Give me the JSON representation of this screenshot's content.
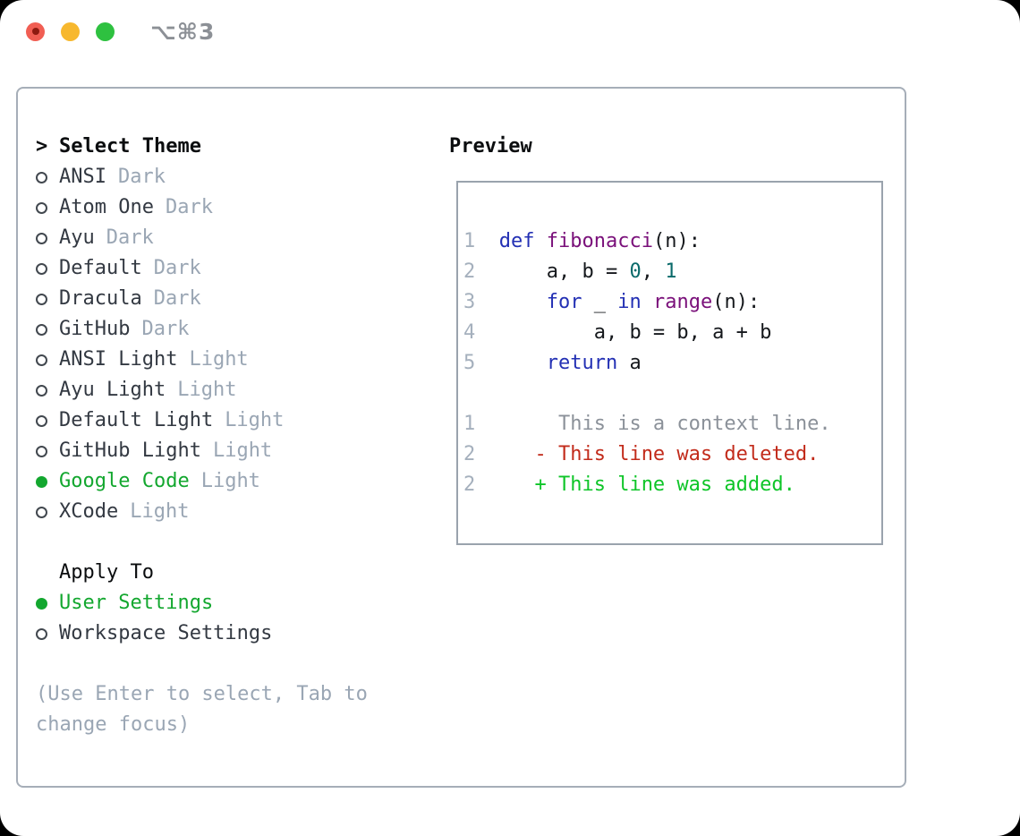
{
  "window": {
    "title": "⌥⌘3",
    "traffic_lights": [
      "close",
      "minimize",
      "zoom"
    ]
  },
  "colors": {
    "keyword": "#2330b4",
    "function_name": "#7a107a",
    "number": "#0a6a6a",
    "plain": "#15181c",
    "line_number": "#a5b0bd",
    "context": "#8b9199",
    "deleted": "#c22b1b",
    "added": "#0ec528",
    "selected_green": "#13a72f",
    "variant_text": "#9aa6b4",
    "help_text": "#9aa6b4"
  },
  "theme_panel": {
    "header_prefix": ">",
    "header": "Select Theme",
    "items": [
      {
        "name": "ANSI",
        "variant": "Dark",
        "selected": false
      },
      {
        "name": "Atom One",
        "variant": "Dark",
        "selected": false
      },
      {
        "name": "Ayu",
        "variant": "Dark",
        "selected": false
      },
      {
        "name": "Default",
        "variant": "Dark",
        "selected": false
      },
      {
        "name": "Dracula",
        "variant": "Dark",
        "selected": false
      },
      {
        "name": "GitHub",
        "variant": "Dark",
        "selected": false
      },
      {
        "name": "ANSI Light",
        "variant": "Light",
        "selected": false
      },
      {
        "name": "Ayu Light",
        "variant": "Light",
        "selected": false
      },
      {
        "name": "Default Light",
        "variant": "Light",
        "selected": false
      },
      {
        "name": "GitHub Light",
        "variant": "Light",
        "selected": false
      },
      {
        "name": "Google Code",
        "variant": "Light",
        "selected": true
      },
      {
        "name": "XCode",
        "variant": "Light",
        "selected": false
      }
    ],
    "apply_to": {
      "header": "Apply To",
      "options": [
        {
          "name": "User Settings",
          "selected": true
        },
        {
          "name": "Workspace Settings",
          "selected": false
        }
      ]
    },
    "help_text": "(Use Enter to select, Tab to change focus)"
  },
  "preview": {
    "header": "Preview",
    "code_lines": [
      {
        "num": "1",
        "tokens": [
          {
            "t": "def",
            "c": "keyword"
          },
          {
            "t": " ",
            "c": "plain"
          },
          {
            "t": "fibonacci",
            "c": "function"
          },
          {
            "t": "(n):",
            "c": "plain"
          }
        ]
      },
      {
        "num": "2",
        "tokens": [
          {
            "t": "    a, b = ",
            "c": "plain"
          },
          {
            "t": "0",
            "c": "number"
          },
          {
            "t": ", ",
            "c": "plain"
          },
          {
            "t": "1",
            "c": "number"
          }
        ]
      },
      {
        "num": "3",
        "tokens": [
          {
            "t": "    ",
            "c": "plain"
          },
          {
            "t": "for",
            "c": "keyword"
          },
          {
            "t": " _ ",
            "c": "plain"
          },
          {
            "t": "in",
            "c": "keyword"
          },
          {
            "t": " ",
            "c": "plain"
          },
          {
            "t": "range",
            "c": "function"
          },
          {
            "t": "(n):",
            "c": "plain"
          }
        ]
      },
      {
        "num": "4",
        "tokens": [
          {
            "t": "        a, b = b, a + b",
            "c": "plain"
          }
        ]
      },
      {
        "num": "5",
        "tokens": [
          {
            "t": "    ",
            "c": "plain"
          },
          {
            "t": "return",
            "c": "keyword"
          },
          {
            "t": " a",
            "c": "plain"
          }
        ]
      }
    ],
    "diff_lines": [
      {
        "num": "1",
        "kind": "context",
        "text": "     This is a context line."
      },
      {
        "num": "2",
        "kind": "deleted",
        "text": "   - This line was deleted."
      },
      {
        "num": "2",
        "kind": "added",
        "text": "   + This line was added."
      }
    ]
  }
}
